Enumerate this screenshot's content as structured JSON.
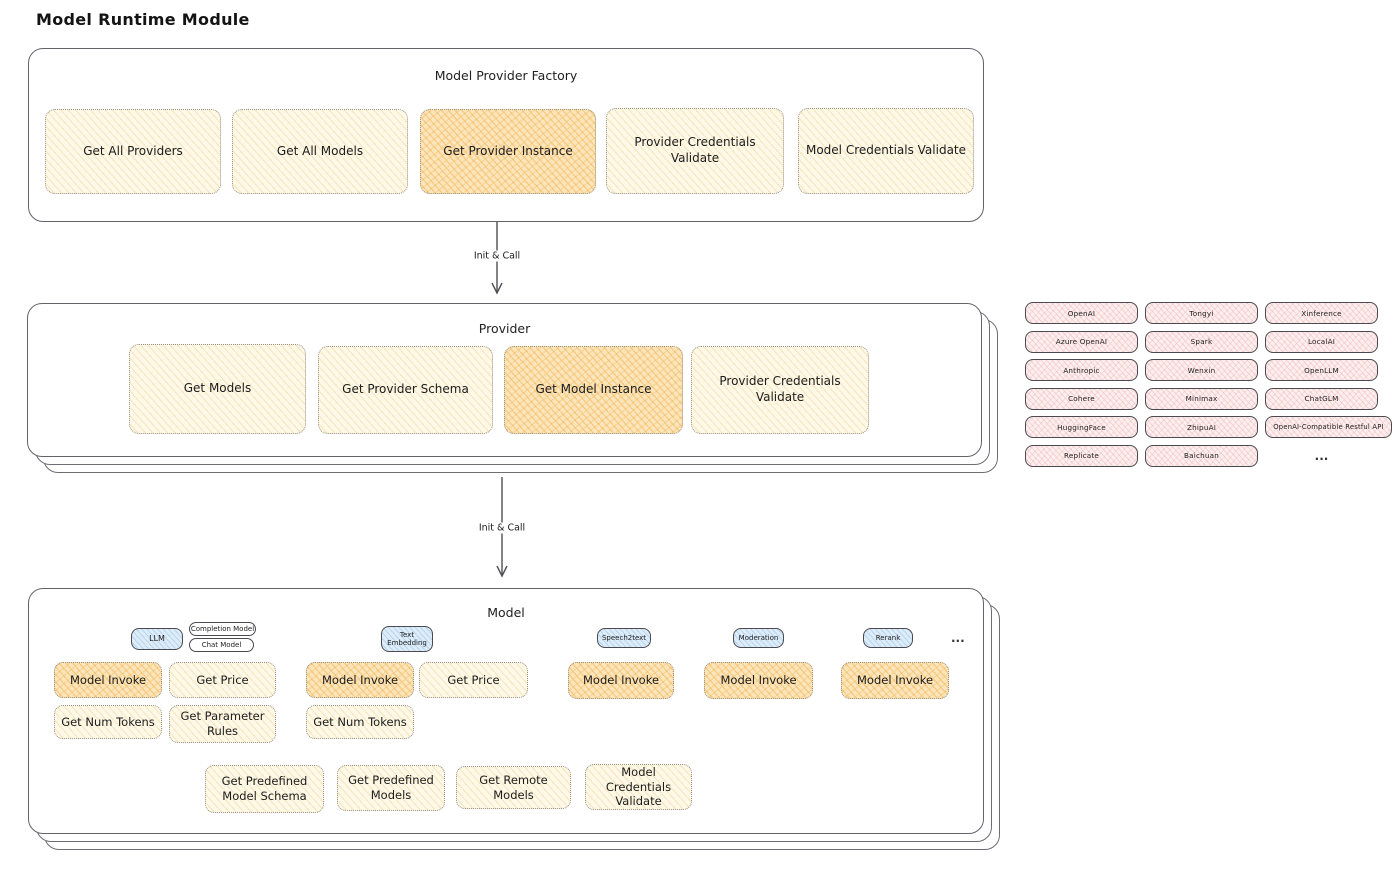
{
  "page": {
    "title": "Model Runtime Module"
  },
  "arrows": {
    "init_call_1": "Init & Call",
    "init_call_2": "Init & Call"
  },
  "factory": {
    "title": "Model Provider Factory",
    "boxes": [
      {
        "label": "Get All Providers",
        "highlighted": false
      },
      {
        "label": "Get All Models",
        "highlighted": false
      },
      {
        "label": "Get Provider Instance",
        "highlighted": true
      },
      {
        "label": "Provider Credentials Validate",
        "highlighted": false
      },
      {
        "label": "Model Credentials Validate",
        "highlighted": false
      }
    ]
  },
  "provider": {
    "title": "Provider",
    "boxes": [
      {
        "label": "Get Models",
        "highlighted": false
      },
      {
        "label": "Get Provider Schema",
        "highlighted": false
      },
      {
        "label": "Get Model Instance",
        "highlighted": true
      },
      {
        "label": "Provider Credentials Validate",
        "highlighted": false
      }
    ]
  },
  "providers_grid": {
    "items": [
      "OpenAI",
      "Tongyi",
      "Xinference",
      "Azure OpenAI",
      "Spark",
      "LocalAI",
      "Anthropic",
      "Wenxin",
      "OpenLLM",
      "Cohere",
      "Minimax",
      "ChatGLM",
      "HuggingFace",
      "ZhipuAI",
      "OpenAI-Compatible Restful API",
      "Replicate",
      "Baichuan"
    ],
    "ellipsis": "..."
  },
  "model": {
    "title": "Model",
    "ellipsis": "...",
    "groups": [
      {
        "tag": "LLM",
        "subtags": [
          "Completion Model",
          "Chat Model"
        ],
        "boxes": [
          {
            "label": "Model Invoke",
            "highlighted": true
          },
          {
            "label": "Get Price",
            "highlighted": false
          },
          {
            "label": "Get Num Tokens",
            "highlighted": false
          },
          {
            "label": "Get Parameter Rules",
            "highlighted": false
          }
        ]
      },
      {
        "tag": "Text Embedding",
        "boxes": [
          {
            "label": "Model Invoke",
            "highlighted": true
          },
          {
            "label": "Get Price",
            "highlighted": false
          },
          {
            "label": "Get Num Tokens",
            "highlighted": false
          }
        ]
      },
      {
        "tag": "Speech2text",
        "boxes": [
          {
            "label": "Model Invoke",
            "highlighted": true
          }
        ]
      },
      {
        "tag": "Moderation",
        "boxes": [
          {
            "label": "Model Invoke",
            "highlighted": true
          }
        ]
      },
      {
        "tag": "Rerank",
        "boxes": [
          {
            "label": "Model Invoke",
            "highlighted": true
          }
        ]
      }
    ],
    "bottom_boxes": [
      {
        "label": "Get Predefined Model Schema"
      },
      {
        "label": "Get Predefined Models"
      },
      {
        "label": "Get Remote Models"
      },
      {
        "label": "Model Credentials Validate"
      }
    ]
  },
  "colors": {
    "box_yellow": "#fdf8e7",
    "box_highlight": "#fbe6bb",
    "chip_pink": "#fdefef",
    "tag_blue": "#ddecf9",
    "card_border": "#63636a"
  }
}
